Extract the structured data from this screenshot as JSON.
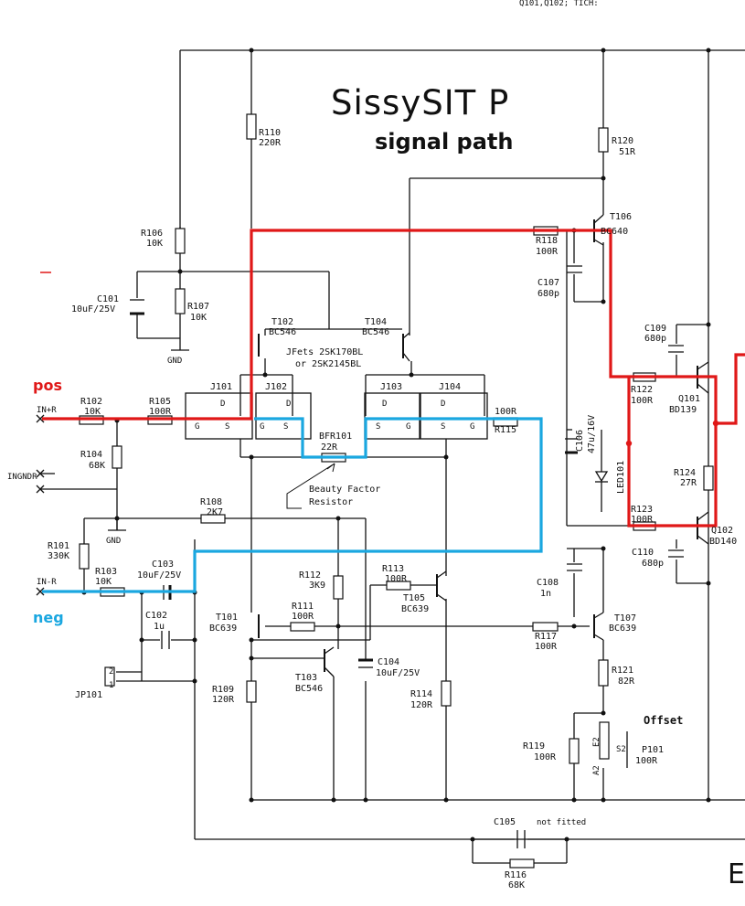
{
  "header_fragment": "Q101,Q102; TICH:",
  "title": "SissySIT P",
  "subtitle": "signal path",
  "path_labels": {
    "pos": "pos",
    "neg": "neg"
  },
  "colors": {
    "pos_path": "#e01818",
    "neg_path": "#1aa7e0"
  },
  "edge_letter": "E",
  "jfet_note_1": "JFets 2SK170BL",
  "jfet_note_2": "or 2SK2145BL",
  "beauty_note_1": "Beauty Factor",
  "beauty_note_2": "Resistor",
  "offset_label": "Offset",
  "not_fitted": "not fitted",
  "gnd": "GND",
  "components": {
    "R110": {
      "ref": "R110",
      "value": "220R"
    },
    "R120": {
      "ref": "R120",
      "value": "51R"
    },
    "R106": {
      "ref": "R106",
      "value": "10K"
    },
    "R107": {
      "ref": "R107",
      "value": "10K"
    },
    "C101": {
      "ref": "C101",
      "value": "10uF/25V"
    },
    "T102": {
      "ref": "T102",
      "value": "BC546"
    },
    "T104": {
      "ref": "T104",
      "value": "BC546"
    },
    "T106": {
      "ref": "T106",
      "value": "BC640"
    },
    "R118": {
      "ref": "R118",
      "value": "100R"
    },
    "C107": {
      "ref": "C107",
      "value": "680p"
    },
    "C109": {
      "ref": "C109",
      "value": "680p"
    },
    "R122": {
      "ref": "R122",
      "value": "100R"
    },
    "Q101": {
      "ref": "Q101",
      "value": "BD139"
    },
    "R102": {
      "ref": "R102",
      "value": "10K"
    },
    "R105": {
      "ref": "R105",
      "value": "100R"
    },
    "R104": {
      "ref": "R104",
      "value": "68K"
    },
    "J101": {
      "ref": "J101"
    },
    "J102": {
      "ref": "J102"
    },
    "J103": {
      "ref": "J103"
    },
    "J104": {
      "ref": "J104"
    },
    "BFR101": {
      "ref": "BFR101",
      "value": "22R"
    },
    "R115": {
      "ref": "R115",
      "value": "100R"
    },
    "C106": {
      "ref": "C106",
      "value": "47u/16V"
    },
    "LED101": {
      "ref": "LED101"
    },
    "R124": {
      "ref": "R124",
      "value": "27R"
    },
    "R123": {
      "ref": "R123",
      "value": "100R"
    },
    "Q102": {
      "ref": "Q102",
      "value": "BD140"
    },
    "C110": {
      "ref": "C110",
      "value": "680p"
    },
    "R108": {
      "ref": "R108",
      "value": "2K7"
    },
    "R101": {
      "ref": "R101",
      "value": "330K"
    },
    "R103": {
      "ref": "R103",
      "value": "10K"
    },
    "C103": {
      "ref": "C103",
      "value": "10uF/25V"
    },
    "R112": {
      "ref": "R112",
      "value": "3K9"
    },
    "R113": {
      "ref": "R113",
      "value": "100R"
    },
    "T105": {
      "ref": "T105",
      "value": "BC639"
    },
    "C108": {
      "ref": "C108",
      "value": "1n"
    },
    "C102": {
      "ref": "C102",
      "value": "1u"
    },
    "T101": {
      "ref": "T101",
      "value": "BC639"
    },
    "R111": {
      "ref": "R111",
      "value": "100R"
    },
    "R117": {
      "ref": "R117",
      "value": "100R"
    },
    "T107": {
      "ref": "T107",
      "value": "BC639"
    },
    "T103": {
      "ref": "T103",
      "value": "BC546"
    },
    "C104": {
      "ref": "C104",
      "value": "10uF/25V"
    },
    "R109": {
      "ref": "R109",
      "value": "120R"
    },
    "R114": {
      "ref": "R114",
      "value": "120R"
    },
    "R121": {
      "ref": "R121",
      "value": "82R"
    },
    "R119": {
      "ref": "R119",
      "value": "100R"
    },
    "P101": {
      "ref": "P101",
      "value": "100R"
    },
    "JP101": {
      "ref": "JP101"
    },
    "C105": {
      "ref": "C105"
    },
    "R116": {
      "ref": "R116",
      "value": "68K"
    }
  },
  "ports": {
    "in_r_pos": "IN+R",
    "in_gnd": "INGNDR",
    "in_r_neg": "IN-R"
  },
  "pins": {
    "d": "D",
    "g": "G",
    "s": "S",
    "e2": "E2",
    "a2": "A2",
    "s2": "S2",
    "jp1": "1",
    "jp2": "2"
  }
}
